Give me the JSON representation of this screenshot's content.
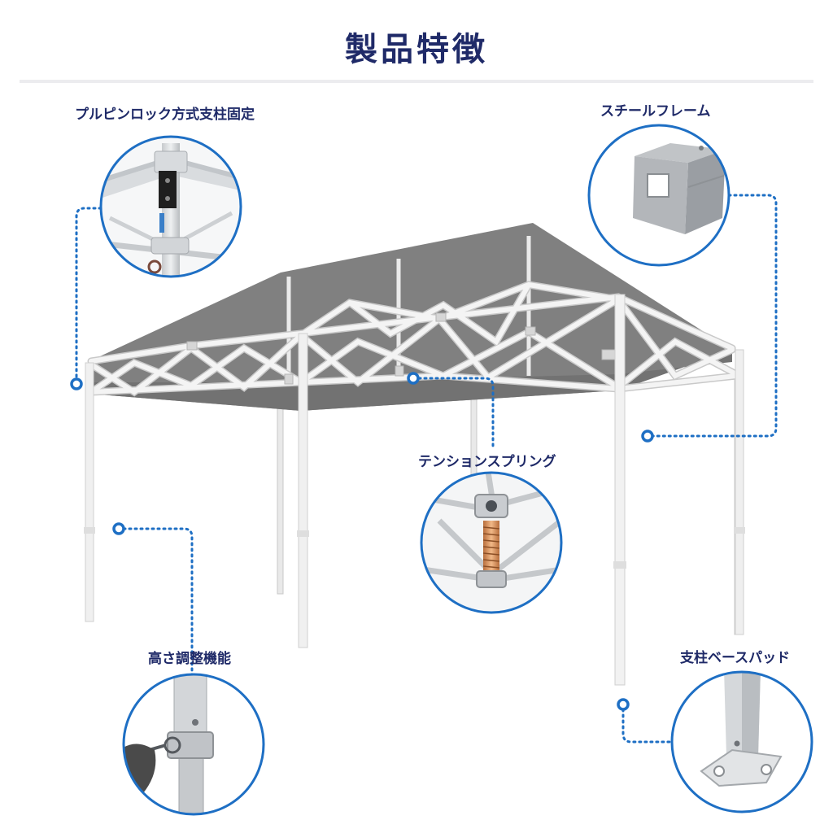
{
  "page": {
    "title": "製品特徴"
  },
  "features": [
    {
      "id": "pin-lock",
      "label": "プルピンロック方式支柱固定",
      "icon": "pin-lock-closeup"
    },
    {
      "id": "steel-frame",
      "label": "スチールフレーム",
      "icon": "square-steel-tube-closeup"
    },
    {
      "id": "tension-spring",
      "label": "テンションスプリング",
      "icon": "tension-spring-closeup"
    },
    {
      "id": "height-adjust",
      "label": "高さ調整機能",
      "icon": "height-adjust-closeup"
    },
    {
      "id": "base-pad",
      "label": "支柱ベースパッド",
      "icon": "base-pad-closeup"
    }
  ],
  "colors": {
    "title": "#1f2a68",
    "accent": "#1e6fc4",
    "canopy": "#7d7d7d",
    "frame": "#f1f1f1"
  }
}
